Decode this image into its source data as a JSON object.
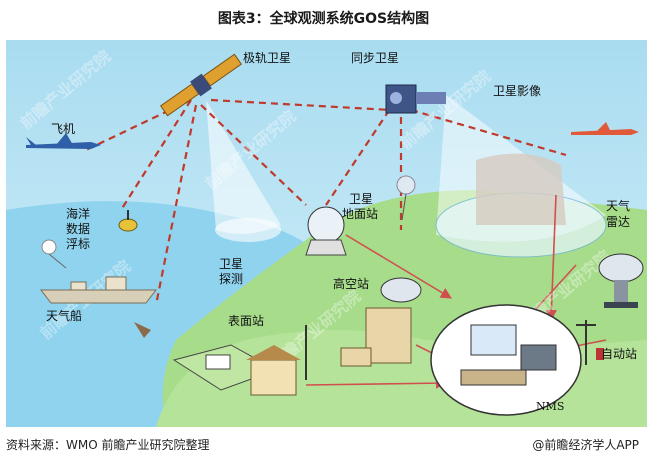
{
  "title": "图表3：全球观测系统GOS结构图",
  "labels": {
    "polar_satellite": "极轨卫星",
    "geo_satellite": "同步卫星",
    "satellite_image": "卫星影像",
    "aircraft": "飞机",
    "ocean_buoy": [
      "海洋",
      "数据",
      "浮标"
    ],
    "ground_station": [
      "卫星",
      "地面站"
    ],
    "weather_radar": [
      "天气",
      "雷达"
    ],
    "satellite_probe": [
      "卫星",
      "探测"
    ],
    "upper_air_station": "高空站",
    "weather_ship": "天气船",
    "surface_station": "表面站",
    "auto_station": "自动站",
    "nms": "NMS"
  },
  "watermark": "前瞻产业研究院",
  "footer": {
    "source": "资料来源：WMO 前瞻产业研究院整理",
    "brand": "@前瞻经济学人APP"
  },
  "colors": {
    "sky": "#b9e3f3",
    "sea": "#8fd3ee",
    "land": "#a7dc8b",
    "link_dashed": "#c0392b",
    "arrow": "#d05050"
  }
}
